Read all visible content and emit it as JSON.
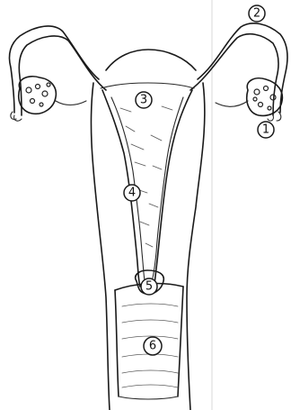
{
  "labels": [
    {
      "id": "ovary",
      "text": "1"
    },
    {
      "id": "fallopian-tube",
      "text": "2"
    },
    {
      "id": "uterus-fundus",
      "text": "3"
    },
    {
      "id": "uterine-wall",
      "text": "4"
    },
    {
      "id": "cervix",
      "text": "5"
    },
    {
      "id": "vagina",
      "text": "6"
    }
  ]
}
